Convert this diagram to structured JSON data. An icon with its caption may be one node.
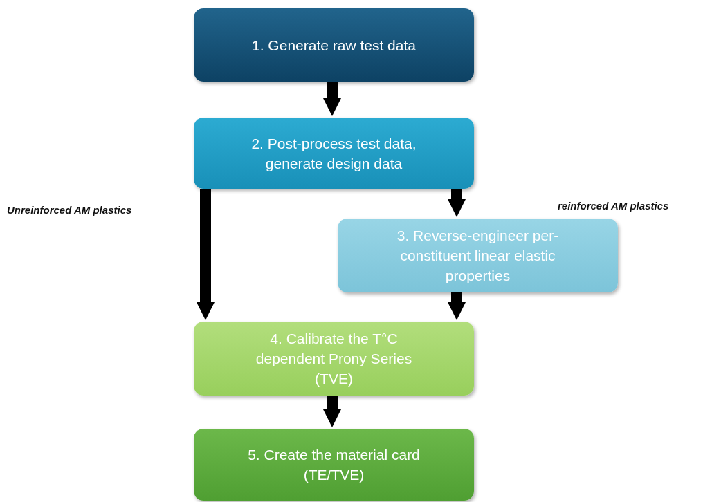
{
  "diagram": {
    "nodes": [
      {
        "text": [
          "1. Generate raw test data"
        ]
      },
      {
        "text": [
          "2. Post-process test data, generate design data"
        ]
      },
      {
        "text": [
          "3. Reverse-engineer per-constituent linear elastic properties"
        ]
      },
      {
        "text": [
          "4. Calibrate the T°C dependent Prony Series (TVE)"
        ]
      },
      {
        "text": [
          "5. Create the material card (TE/TVE)"
        ]
      }
    ],
    "edges": [
      {
        "from": 0,
        "to": 1,
        "arrow": "to"
      },
      {
        "from": 1,
        "to": 3,
        "arrow": "to"
      },
      {
        "from": 1,
        "to": 2,
        "arrow": "to"
      },
      {
        "from": 2,
        "to": 3,
        "arrow": "to"
      },
      {
        "from": 3,
        "to": 4,
        "arrow": "to"
      }
    ],
    "labels": [
      "Unreinforced AM plastics",
      "reinforced AM plastics"
    ]
  }
}
